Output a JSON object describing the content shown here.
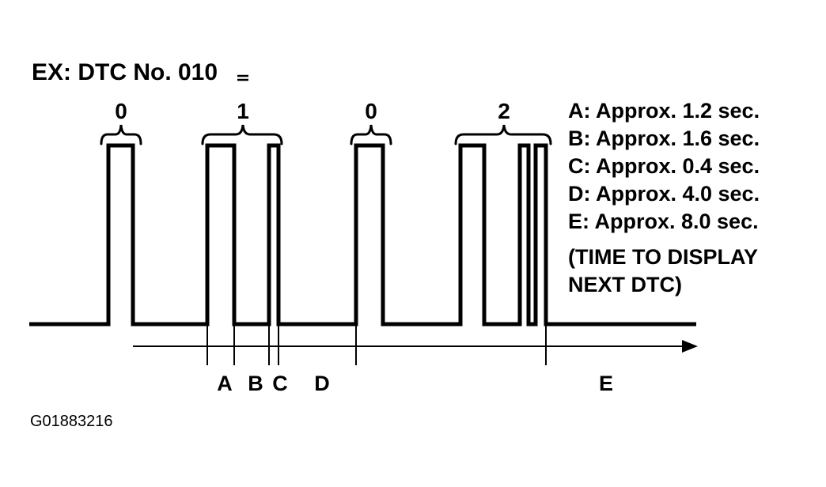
{
  "title": "EX: DTC No. 010",
  "title_mark": "=",
  "digit_labels": [
    "0",
    "1",
    "0",
    "2"
  ],
  "legend": [
    "A: Approx. 1.2 sec.",
    "B: Approx. 1.6 sec.",
    "C: Approx. 0.4 sec.",
    "D: Approx. 4.0 sec.",
    "E: Approx. 8.0 sec.",
    "(TIME TO DISPLAY",
    "NEXT DTC)"
  ],
  "interval_labels": [
    "A",
    "B",
    "C",
    "D",
    "E"
  ],
  "figure_id": "G01883216",
  "colors": {
    "ink": "#000000",
    "background": "#ffffff"
  }
}
